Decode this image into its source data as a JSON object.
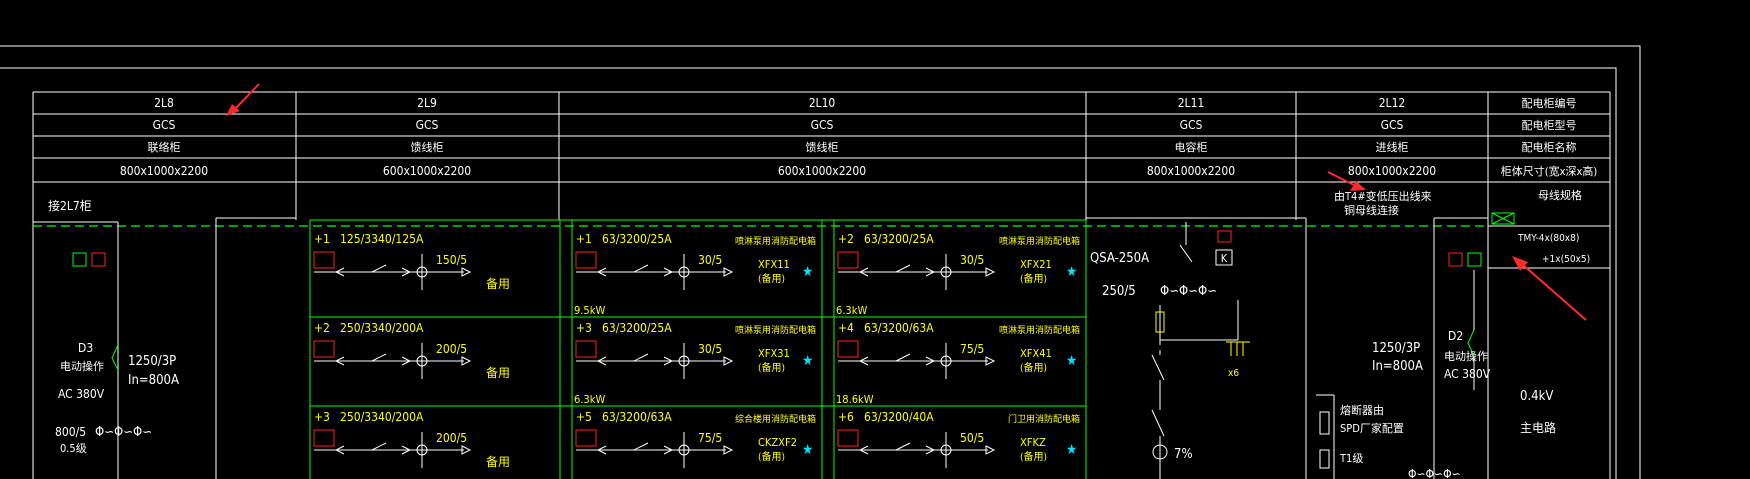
{
  "columns": [
    {
      "number": "2L8",
      "model": "GCS",
      "name": "联络柜",
      "size": "800x1000x2200"
    },
    {
      "number": "2L9",
      "model": "GCS",
      "name": "馈线柜",
      "size": "600x1000x2200"
    },
    {
      "number": "2L10",
      "model": "GCS",
      "name": "馈线柜",
      "size": "600x1000x2200"
    },
    {
      "number": "2L11",
      "model": "GCS",
      "name": "电容柜",
      "size": "800x1000x2200"
    },
    {
      "number": "2L12",
      "model": "GCS",
      "name": "进线柜",
      "size": "800x1000x2200"
    }
  ],
  "row_labels": [
    "配电柜编号",
    "配电柜型号",
    "配电柜名称",
    "柜体尺寸(宽x深x高)",
    "母线规格"
  ],
  "busbar_spec": [
    "TMY-4x(80x8)",
    "+1x(50x5)"
  ],
  "notes": {
    "to_2l7": "接2L7柜",
    "from_t4": "由T4#变低压出线来",
    "busway": "铜母线连接"
  },
  "col_2l8": {
    "device": "D3",
    "operation": "电动操作",
    "voltage": "AC 380V",
    "breaker": "1250/3P",
    "in_rating": "In=800A",
    "ct": "800/5",
    "ct_class": "0.5级"
  },
  "col_2l9_circuits": [
    {
      "no": "+1",
      "breaker": "125/3340/125A",
      "ct": "150/5",
      "purpose": "备用"
    },
    {
      "no": "+2",
      "breaker": "250/3340/200A",
      "ct": "200/5",
      "purpose": "备用"
    },
    {
      "no": "+3",
      "breaker": "250/3340/200A",
      "ct": "200/5",
      "purpose": "备用"
    }
  ],
  "col_2l10_circuits": [
    {
      "no": "+1",
      "breaker": "63/3200/25A",
      "ct": "30/5",
      "id": "XFX11",
      "spare": "(备用)",
      "desc": "喷淋泵用消防配电箱",
      "power": "9.5kW"
    },
    {
      "no": "+2",
      "breaker": "63/3200/25A",
      "ct": "30/5",
      "id": "XFX21",
      "spare": "(备用)",
      "desc": "喷淋泵用消防配电箱",
      "power": "6.3kW"
    },
    {
      "no": "+3",
      "breaker": "63/3200/25A",
      "ct": "30/5",
      "id": "XFX31",
      "spare": "(备用)",
      "desc": "喷淋泵用消防配电箱",
      "power": "6.3kW"
    },
    {
      "no": "+4",
      "breaker": "63/3200/63A",
      "ct": "75/5",
      "id": "XFX41",
      "spare": "(备用)",
      "desc": "喷淋泵用消防配电箱",
      "power": "18.6kW"
    },
    {
      "no": "+5",
      "breaker": "63/3200/63A",
      "ct": "75/5",
      "id": "CKZXF2",
      "spare": "(备用)",
      "desc": "综合楼用消防配电箱",
      "power": ""
    },
    {
      "no": "+6",
      "breaker": "63/3200/40A",
      "ct": "50/5",
      "id": "XFKZ",
      "spare": "(备用)",
      "desc": "门卫用消防配电箱",
      "power": ""
    }
  ],
  "col_2l11": {
    "switch": "QSA-250A",
    "ct": "250/5",
    "mult": "x6",
    "percent": "7%",
    "k": "K"
  },
  "col_2l12": {
    "breaker": "1250/3P",
    "in_rating": "In=800A",
    "device": "D2",
    "operation": "电动操作",
    "voltage": "AC 380V",
    "spd_label": "熔断器由",
    "spd_text": "SPD厂家配置",
    "t1": "T1级"
  },
  "main_circuit": {
    "voltage": "0.4kV",
    "label": "主电路"
  }
}
